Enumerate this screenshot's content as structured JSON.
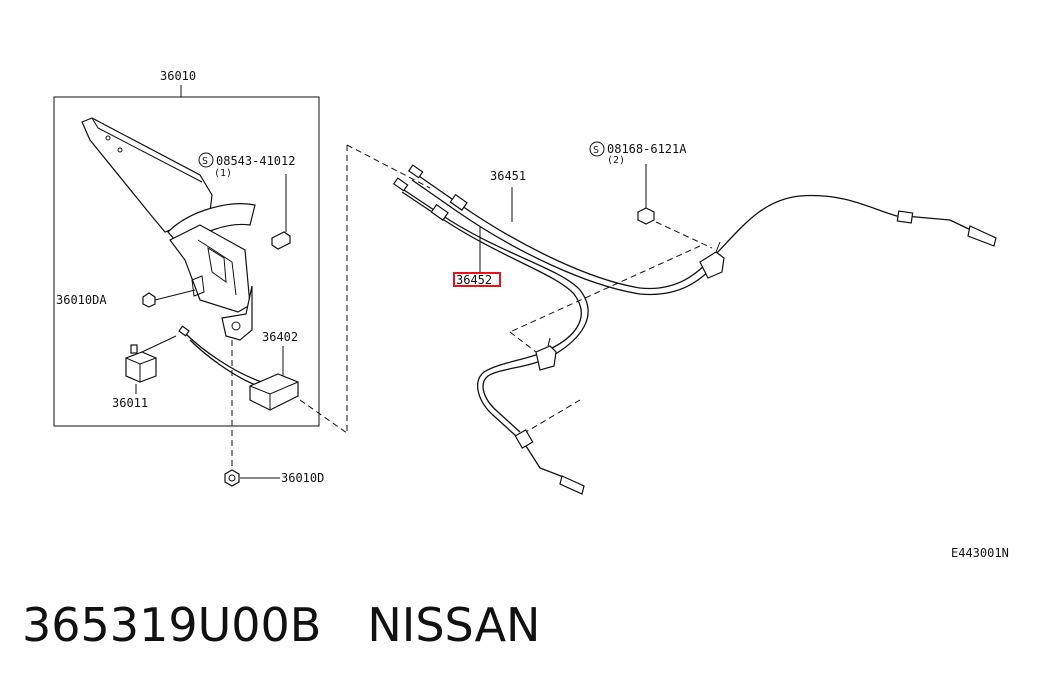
{
  "diagram": {
    "parts": {
      "lever_assembly": "36010",
      "lever_bolt": "08543-41012",
      "lever_bolt_qty": "(1)",
      "lever_nut": "36010DA",
      "switch": "36011",
      "front_cable": "36402",
      "bottom_nut": "36010D",
      "rear_cable_right": "36451",
      "rear_cable_left": "36452",
      "cable_bolt": "08168-6121A",
      "cable_bolt_qty": "(2)"
    },
    "screw_marker": "S",
    "highlight_color": "#e8121c",
    "drawing_code": "E443001N"
  },
  "caption": {
    "part_number": "365319U00B",
    "brand": "NISSAN"
  }
}
